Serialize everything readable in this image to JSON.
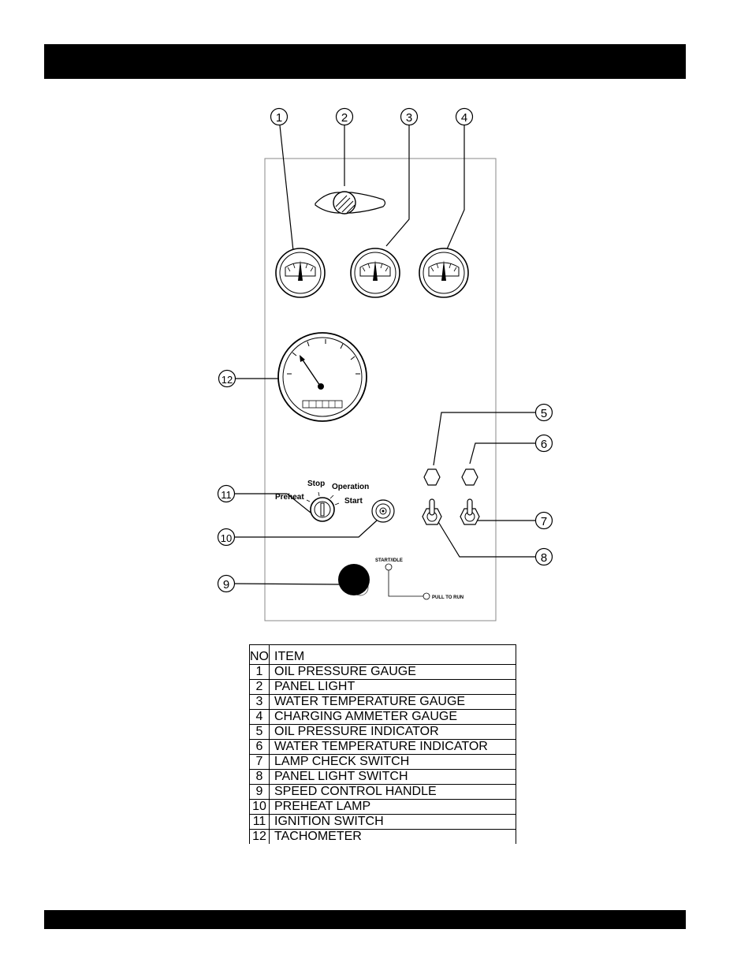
{
  "panel": {
    "ignition_positions": {
      "preheat": "Preheat",
      "stop": "Stop",
      "operation": "Operation",
      "start": "Start"
    },
    "speed_labels": {
      "start_idle": "START/IDLE",
      "pull_to_run": "PULL TO RUN"
    }
  },
  "callouts": [
    "1",
    "2",
    "3",
    "4",
    "5",
    "6",
    "7",
    "8",
    "9",
    "10",
    "11",
    "12"
  ],
  "legend": {
    "header_no": "NO",
    "header_item": "ITEM",
    "rows": [
      {
        "no": "1",
        "item": "OIL PRESSURE GAUGE"
      },
      {
        "no": "2",
        "item": "PANEL LIGHT"
      },
      {
        "no": "3",
        "item": "WATER TEMPERATURE GAUGE"
      },
      {
        "no": "4",
        "item": "CHARGING AMMETER GAUGE"
      },
      {
        "no": "5",
        "item": "OIL PRESSURE INDICATOR"
      },
      {
        "no": "6",
        "item": "WATER TEMPERATURE INDICATOR"
      },
      {
        "no": "7",
        "item": "LAMP CHECK SWITCH"
      },
      {
        "no": "8",
        "item": "PANEL LIGHT SWITCH"
      },
      {
        "no": "9",
        "item": "SPEED CONTROL HANDLE"
      },
      {
        "no": "10",
        "item": "PREHEAT LAMP"
      },
      {
        "no": "11",
        "item": "IGNITION SWITCH"
      },
      {
        "no": "12",
        "item": "TACHOMETER"
      }
    ]
  }
}
